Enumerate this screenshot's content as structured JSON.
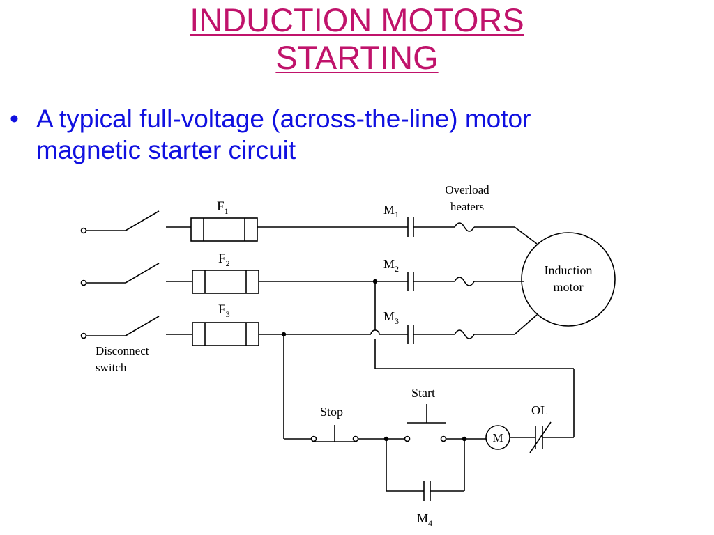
{
  "slide": {
    "title_line1": "INDUCTION MOTORS",
    "title_line2": "STARTING",
    "title_color": "#c0136b",
    "bullet_color": "#1010e0",
    "bullet_symbol": "•",
    "bullet_text_line1": "A typical full-voltage (across-the-line) motor",
    "bullet_text_line2": "magnetic starter circuit"
  },
  "diagram": {
    "fuse_labels": [
      "F",
      "F",
      "F"
    ],
    "fuse_subscripts": [
      "1",
      "2",
      "3"
    ],
    "contact_labels": [
      "M",
      "M",
      "M"
    ],
    "contact_subscripts": [
      "1",
      "2",
      "3"
    ],
    "aux_contact_label": "M",
    "aux_contact_subscript": "4",
    "overload_label_line1": "Overload",
    "overload_label_line2": "heaters",
    "motor_label_line1": "Induction",
    "motor_label_line2": "motor",
    "disconnect_label_line1": "Disconnect",
    "disconnect_label_line2": "switch",
    "stop_label": "Stop",
    "start_label": "Start",
    "coil_label": "M",
    "ol_label": "OL"
  }
}
